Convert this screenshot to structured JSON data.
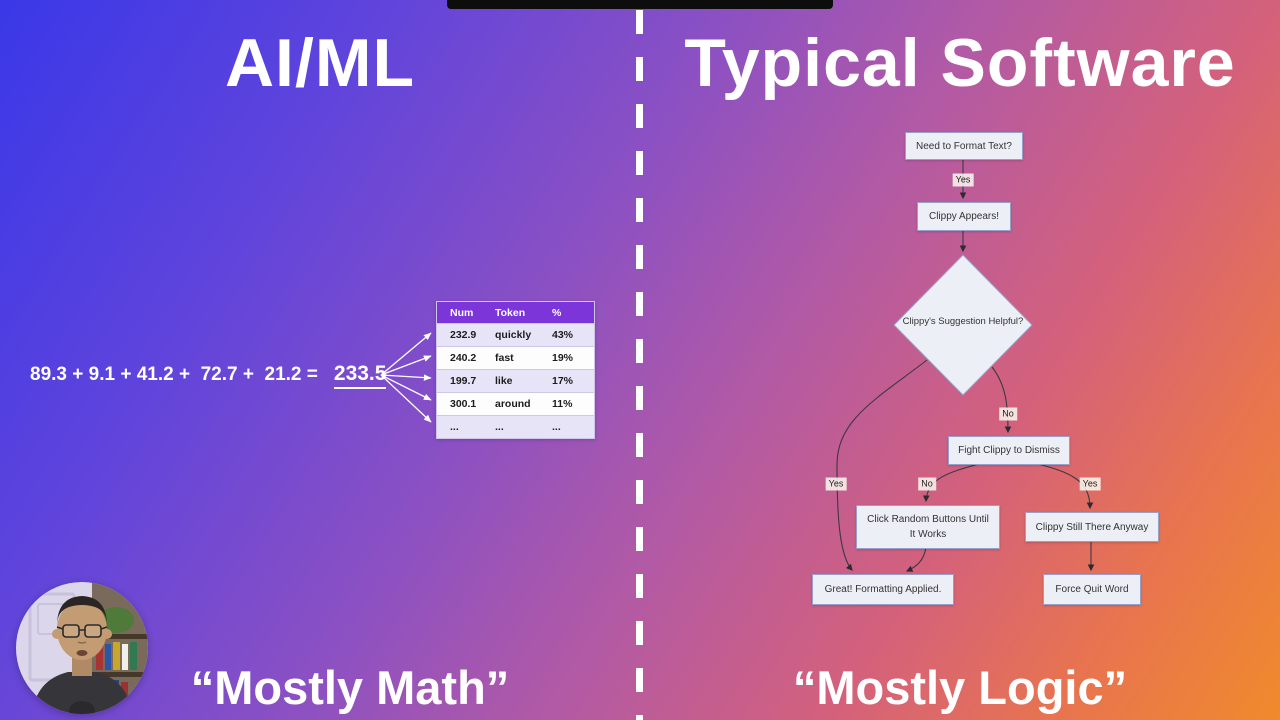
{
  "left": {
    "title": "AI/ML",
    "equation": "89.3 + 9.1 + 41.2 +  72.7 +  21.2 =",
    "sum": "233.5",
    "quote": "“Mostly Math”",
    "table": {
      "headers": [
        "Num",
        "Token",
        "%"
      ],
      "rows": [
        [
          "232.9",
          "quickly",
          "43%"
        ],
        [
          "240.2",
          "fast",
          "19%"
        ],
        [
          "199.7",
          "like",
          "17%"
        ],
        [
          "300.1",
          "around",
          "11%"
        ],
        [
          "...",
          "...",
          "..."
        ]
      ]
    }
  },
  "right": {
    "title": "Typical Software",
    "quote": "“Mostly Logic”",
    "flowchart": {
      "nodes": {
        "need": "Need to Format Text?",
        "appears": "Clippy Appears!",
        "helpful": "Clippy's Suggestion Helpful?",
        "fight": "Fight Clippy to Dismiss",
        "random_1": "Click Random Buttons Until",
        "random_2": "It Works",
        "still": "Clippy Still There Anyway",
        "great": "Great! Formatting Applied.",
        "force": "Force Quit Word"
      },
      "labels": {
        "yes_top": "Yes",
        "no_top": "No",
        "yes_left": "Yes",
        "no_mid": "No",
        "yes_right": "Yes"
      }
    }
  },
  "colors": {
    "gradient_top_left": "#3a38e8",
    "gradient_bottom_right": "#f08a2c",
    "table_header_purple": "#7c35d8",
    "table_row_alt": "#e8e4f7",
    "node_fill": "#edeff7",
    "node_border": "#98a0c9",
    "divider": "#ffffff"
  }
}
